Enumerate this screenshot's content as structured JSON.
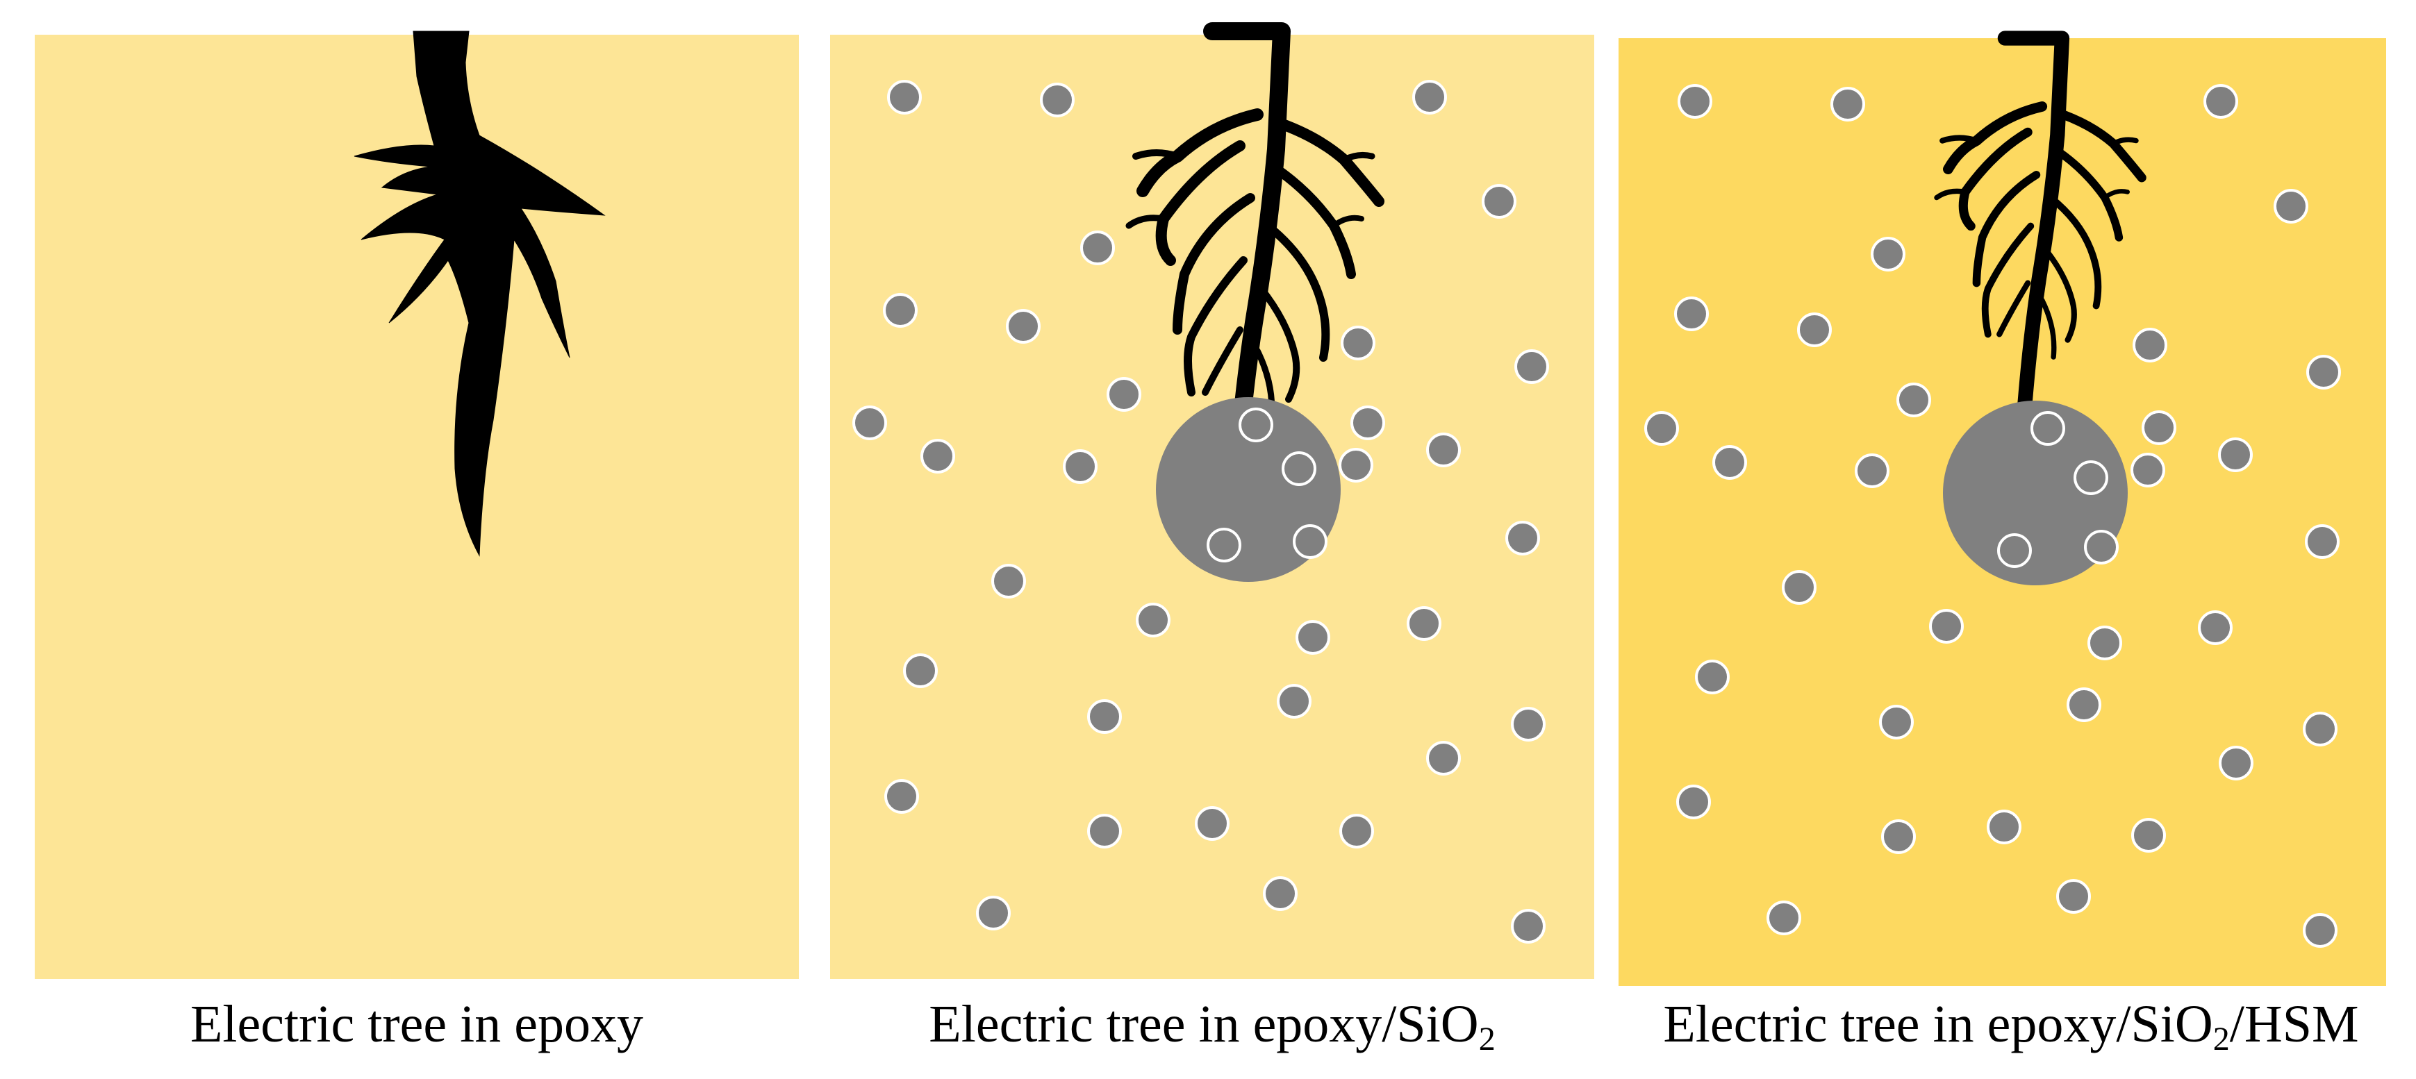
{
  "panels": [
    {
      "caption": {
        "prefix": "Electric tree in epoxy",
        "sub": "",
        "suffix": ""
      },
      "fill_color": "#FDE596",
      "has_particles": false,
      "has_agglomerate": false
    },
    {
      "caption": {
        "prefix": "Electric tree in epoxy/SiO",
        "sub": "2",
        "suffix": ""
      },
      "fill_color": "#FDE596",
      "has_particles": true,
      "has_agglomerate": true
    },
    {
      "caption": {
        "prefix": "Electric tree in epoxy/SiO",
        "sub": "2",
        "suffix": "/HSM"
      },
      "fill_color": "#FDD960",
      "has_particles": true,
      "has_agglomerate": true
    }
  ],
  "colors": {
    "tree": "#000000",
    "particle": "#808080",
    "particle_outline": "#FFFFFF",
    "agglomerate": "#808080"
  }
}
